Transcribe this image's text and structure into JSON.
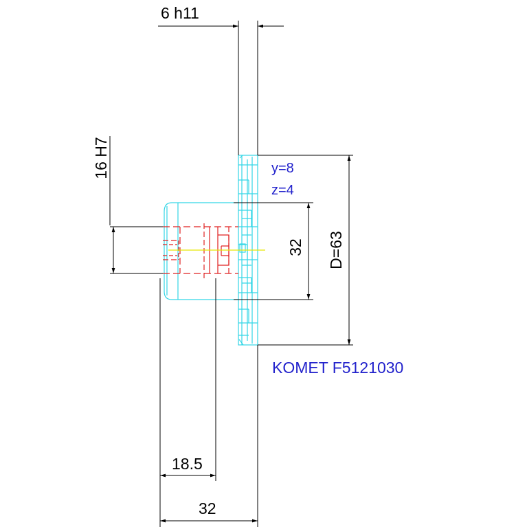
{
  "dimensions": {
    "width_tol": "6 h11",
    "bore": "16 H7",
    "hub_dia": "32",
    "diameter": "D=63",
    "offset": "18.5",
    "length": "32"
  },
  "params": {
    "y": "y=8",
    "z": "z=4"
  },
  "product_code": "KOMET F5121030",
  "colors": {
    "cyan": "#33d6e6",
    "red": "#e02020",
    "blue": "#2222cc",
    "yellow": "#e6e600",
    "black": "#000000"
  }
}
